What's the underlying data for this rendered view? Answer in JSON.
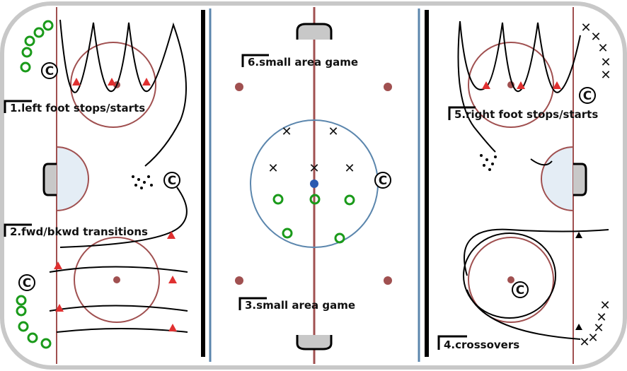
{
  "labels": {
    "drill1": "1.left foot stops/starts",
    "drill2": "2.fwd/bkwd transitions",
    "drill3": "3.small area game",
    "drill4": "4.crossovers",
    "drill5": "5.right foot stops/starts",
    "drill6": "6.small area game"
  },
  "coach_symbol": "C",
  "player_x": "✕",
  "colors": {
    "red_line": "#a05050",
    "blue_line": "#5b86ad",
    "boards": "#000000",
    "player_o": "#1a9a1a",
    "cone": "#e03030",
    "crease": "#e4edf5"
  }
}
